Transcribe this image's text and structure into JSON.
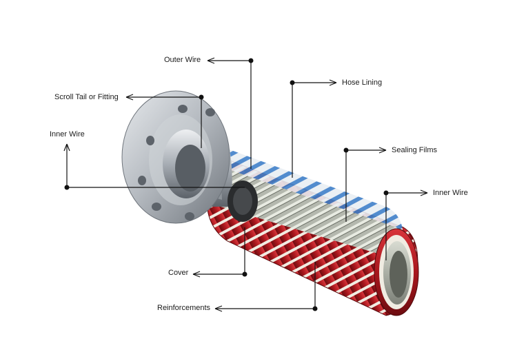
{
  "labels": {
    "outer_wire": "Outer Wire",
    "scroll_tail": "Scroll Tail or Fitting",
    "inner_wire_left": "Inner Wire",
    "hose_lining": "Hose Lining",
    "sealing_films": "Sealing Films",
    "inner_wire_right": "Inner Wire",
    "cover": "Cover",
    "reinforcements": "Reinforcements"
  },
  "colors": {
    "background": "#ffffff",
    "leader_line": "#111111",
    "cover_red": "#b81c22",
    "reinforcement_white": "#f2eee6",
    "lining_blue": "#3f7fc8",
    "steel": "#9aa0a6",
    "flange": "#b9bec4"
  }
}
